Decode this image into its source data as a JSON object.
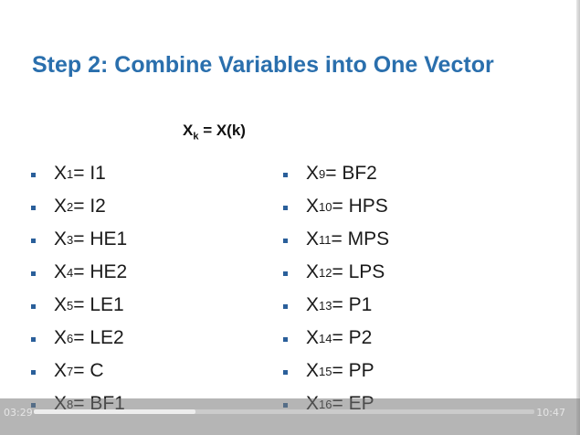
{
  "slide": {
    "title": "Step 2: Combine Variables into One Vector",
    "formula": {
      "lhs": "X",
      "lhs_sub": "k",
      "rhs": " = X(k)"
    },
    "left_items": [
      {
        "var": "X",
        "sub": "1",
        "value": " = I1"
      },
      {
        "var": "X",
        "sub": "2",
        "value": " = I2"
      },
      {
        "var": "X",
        "sub": "3",
        "value": " = HE1"
      },
      {
        "var": "X",
        "sub": "4",
        "value": " = HE2"
      },
      {
        "var": "X",
        "sub": "5",
        "value": " = LE1"
      },
      {
        "var": "X",
        "sub": "6",
        "value": " = LE2"
      },
      {
        "var": "X",
        "sub": "7",
        "value": " = C"
      },
      {
        "var": "X",
        "sub": "8",
        "value": " = BF1"
      }
    ],
    "right_items": [
      {
        "var": "X",
        "sub": "9",
        "value": " = BF2"
      },
      {
        "var": "X",
        "sub": "10",
        "value": " = HPS"
      },
      {
        "var": "X",
        "sub": "11",
        "value": " = MPS"
      },
      {
        "var": "X",
        "sub": "12",
        "value": " = LPS"
      },
      {
        "var": "X",
        "sub": "13",
        "value": " = P1"
      },
      {
        "var": "X",
        "sub": "14",
        "value": " = P2"
      },
      {
        "var": "X",
        "sub": "15",
        "value": " = PP"
      },
      {
        "var": "X",
        "sub": "16",
        "value": " = EP"
      }
    ]
  },
  "player": {
    "elapsed": "03:29",
    "total": "10:47",
    "progress_fraction": 0.323
  }
}
